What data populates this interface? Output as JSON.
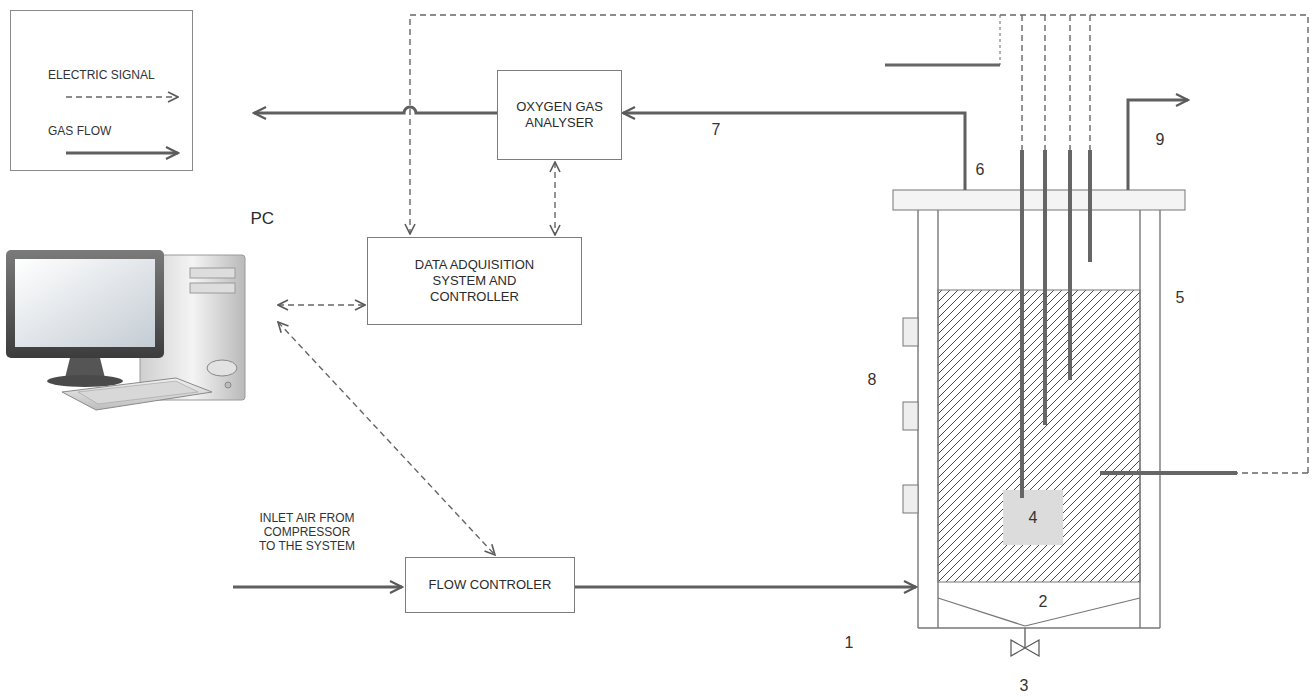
{
  "diagram": {
    "nodes": [
      {
        "text": [
          "OXYGEN GAS ANALYSER"
        ]
      },
      {
        "text": [
          "PC"
        ]
      },
      {
        "text": [
          "DATA ADQUISITION SYSTEM AND CONTROLLER"
        ]
      },
      {
        "text": [
          "FLOW CONTROLER"
        ]
      }
    ],
    "edges": [
      {
        "from": 0,
        "to": 2,
        "arrow": "both"
      },
      {
        "from": 1,
        "to": 2,
        "arrow": "both"
      },
      {
        "from": 1,
        "to": 3,
        "arrow": "both"
      }
    ],
    "labels": [
      "7",
      "9",
      "6",
      "5",
      "8",
      "4",
      "INLET AIR FROM COMPRESSOR TO THE SYSTEM",
      "2",
      "1",
      "3"
    ],
    "legend": [
      {
        "text": "ELECTRIC SIGNAL"
      },
      {
        "text": "GAS FLOW"
      }
    ]
  }
}
